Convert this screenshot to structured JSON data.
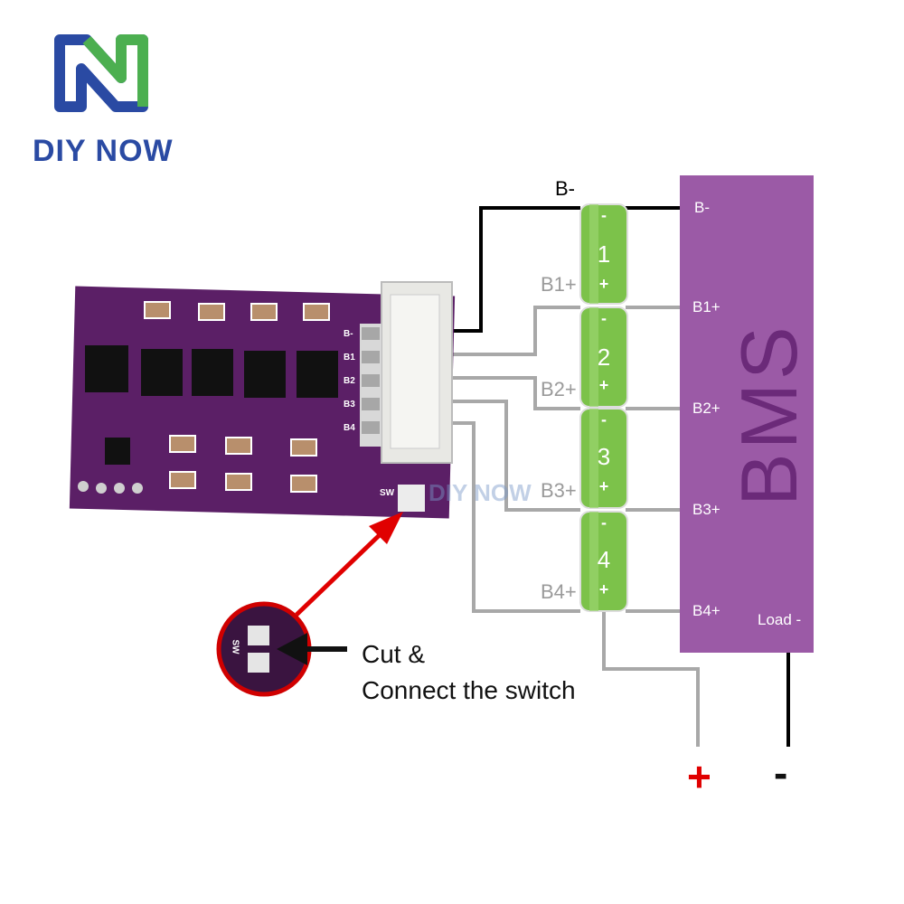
{
  "brand": {
    "name": "DIY NOW",
    "color_blue": "#2a4aa3",
    "color_green": "#4caf50"
  },
  "bms": {
    "title": "BMS",
    "labels": {
      "b_minus": "B-",
      "b1": "B1+",
      "b2": "B2+",
      "b3": "B3+",
      "b4": "B4+",
      "load": "Load -"
    },
    "color": "#9b5aa6"
  },
  "cells": [
    {
      "number": "1",
      "neg": "-",
      "pos": "+"
    },
    {
      "number": "2",
      "neg": "-",
      "pos": "+"
    },
    {
      "number": "3",
      "neg": "-",
      "pos": "+"
    },
    {
      "number": "4",
      "neg": "-",
      "pos": "+"
    }
  ],
  "wire_labels": {
    "b_minus_top": "B-",
    "b1": "B1+",
    "b2": "B2+",
    "b3": "B3+",
    "b4": "B4+"
  },
  "pcb": {
    "pins": [
      "B-",
      "B1",
      "B2",
      "B3",
      "B4"
    ],
    "switch_label": "SW",
    "color": "#5b1f66"
  },
  "callout": {
    "line1": "Cut &",
    "line2": "Connect the switch",
    "zoom_label": "SW"
  },
  "output_terminals": {
    "plus": "+",
    "minus": "-"
  },
  "watermark": "DIY NOW"
}
